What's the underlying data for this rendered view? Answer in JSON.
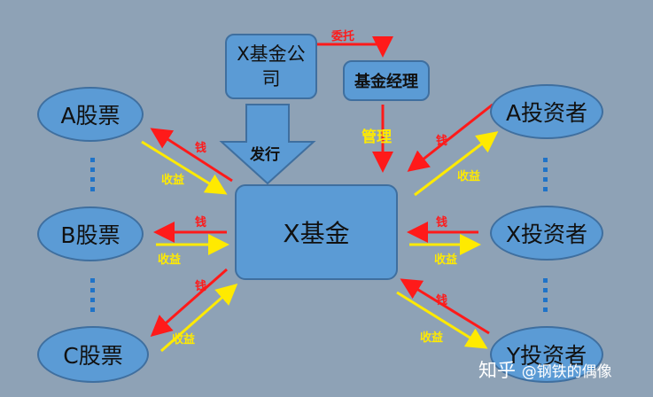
{
  "nodes": {
    "company": "X基金公司",
    "manager": "基金经理",
    "fund": "X基金",
    "stock_a": "A股票",
    "stock_b": "B股票",
    "stock_c": "C股票",
    "investor_a": "A投资者",
    "investor_x": "X投资者",
    "investor_y": "Y投资者"
  },
  "labels": {
    "entrust": "委托",
    "issue": "发行",
    "manage": "管理",
    "money": "钱",
    "income": "收益"
  },
  "watermark": {
    "site": "知乎",
    "author": "@钢铁的偶像"
  },
  "colors": {
    "background": "#8ea2b6",
    "node_fill": "#5b9bd5",
    "money_arrow": "#ff1a1a",
    "income_arrow": "#ffea00",
    "manage_text": "#ffea00"
  }
}
